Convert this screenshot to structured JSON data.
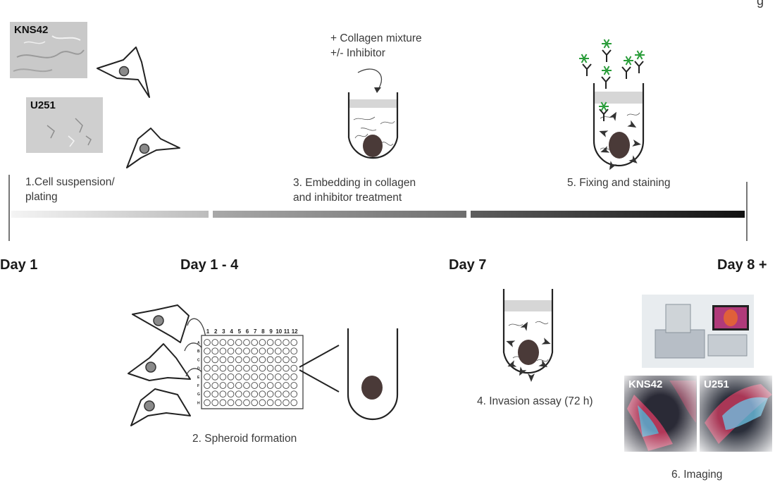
{
  "corner_text": "g",
  "steps": {
    "s1": [
      "1.Cell suspension/",
      "plating"
    ],
    "s2": "2. Spheroid formation",
    "s3": [
      "3. Embedding in collagen",
      "and inhibitor treatment"
    ],
    "s4": "4. Invasion assay (72 h)",
    "s5": "5. Fixing and staining",
    "s6": "6. Imaging"
  },
  "annotation": [
    "+ Collagen mixture",
    "+/- Inhibitor"
  ],
  "days": [
    "Day 1",
    "Day 1 - 4",
    "Day 7",
    "Day 8 +"
  ],
  "cell_lines": [
    "KNS42",
    "U251"
  ],
  "plate": {
    "columns": [
      "1",
      "2",
      "3",
      "4",
      "5",
      "6",
      "7",
      "8",
      "9",
      "10",
      "11",
      "12"
    ],
    "rows": [
      "A",
      "B",
      "C",
      "D",
      "E",
      "F",
      "G",
      "H"
    ]
  },
  "colors": {
    "spheroid": "#4a3a38",
    "stain": "#2a9d3a",
    "gel": "#d6d6d6"
  }
}
